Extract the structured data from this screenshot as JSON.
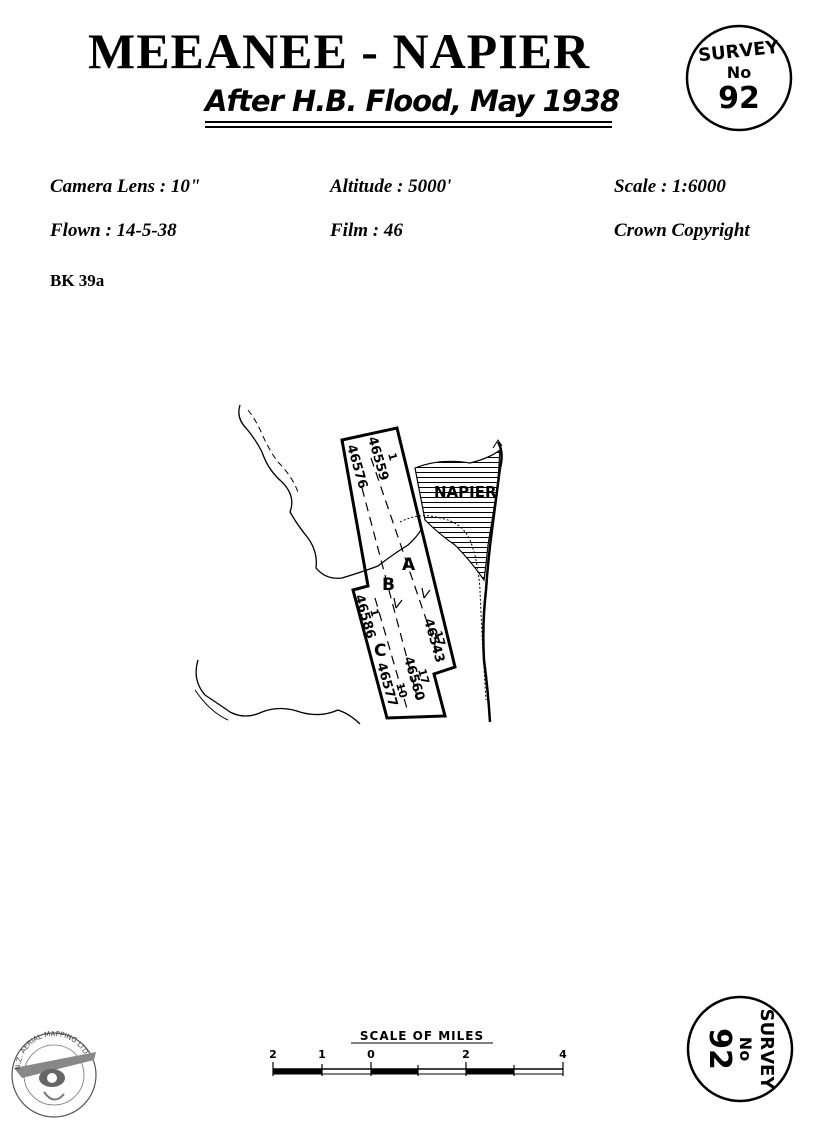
{
  "header": {
    "title": "MEEANEE  - NAPIER",
    "subtitle": "After H.B. Flood, May 1938"
  },
  "stamp": {
    "line1": "SURVEY",
    "line2": "No",
    "number": "92"
  },
  "details": {
    "camera_lens": "Camera Lens : 10\"",
    "altitude": "Altitude : 5000'",
    "scale": "Scale : 1:6000",
    "flown": "Flown : 14-5-38",
    "film": "Film : 46",
    "copyright": "Crown Copyright"
  },
  "reference": "BK 39a",
  "map": {
    "town_label": "NAPIER",
    "run_labels": [
      "A",
      "B",
      "C"
    ],
    "photo_numbers": [
      "46559",
      "46576",
      "46543",
      "46560",
      "46586",
      "46577"
    ],
    "run_counts": [
      "1",
      "17",
      "10",
      "17",
      "1"
    ]
  },
  "scale_bar": {
    "label": "SCALE OF MILES",
    "ticks": [
      "2",
      "1",
      "0",
      "2",
      "4"
    ]
  },
  "logo": {
    "text": "N.Z. AERIAL MAPPING LTD"
  }
}
